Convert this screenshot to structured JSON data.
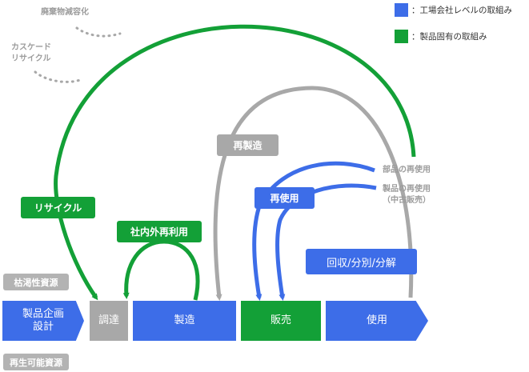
{
  "colors": {
    "company_level": "#3d6de8",
    "product_specific": "#13a037",
    "neutral": "#a8a8a8"
  },
  "legend": [
    {
      "label": "：工場会社レベルの取組み",
      "color": "#3d6de8"
    },
    {
      "label": "：製品固有の取組み",
      "color": "#13a037"
    }
  ],
  "stages": {
    "plan": "製品企画\n設計",
    "procure": "調達",
    "manufacture": "製造",
    "sales": "販売",
    "use": "使用"
  },
  "sources": {
    "depleting": "枯渇性資源",
    "renewable": "再生可能資源"
  },
  "loops": {
    "recycle": "リサイクル",
    "remanufacture": "再製造",
    "reuse": "再使用",
    "internal_reuse": "社内外再利用",
    "collection": "回収/分別/分解"
  },
  "annotations": {
    "waste_volume_reduction": "廃棄物減容化",
    "cascade_recycle": "カスケード\nリサイクル",
    "parts_reuse": "部品の再使用",
    "product_reuse": "製品の再使用\n（中古販売）"
  }
}
